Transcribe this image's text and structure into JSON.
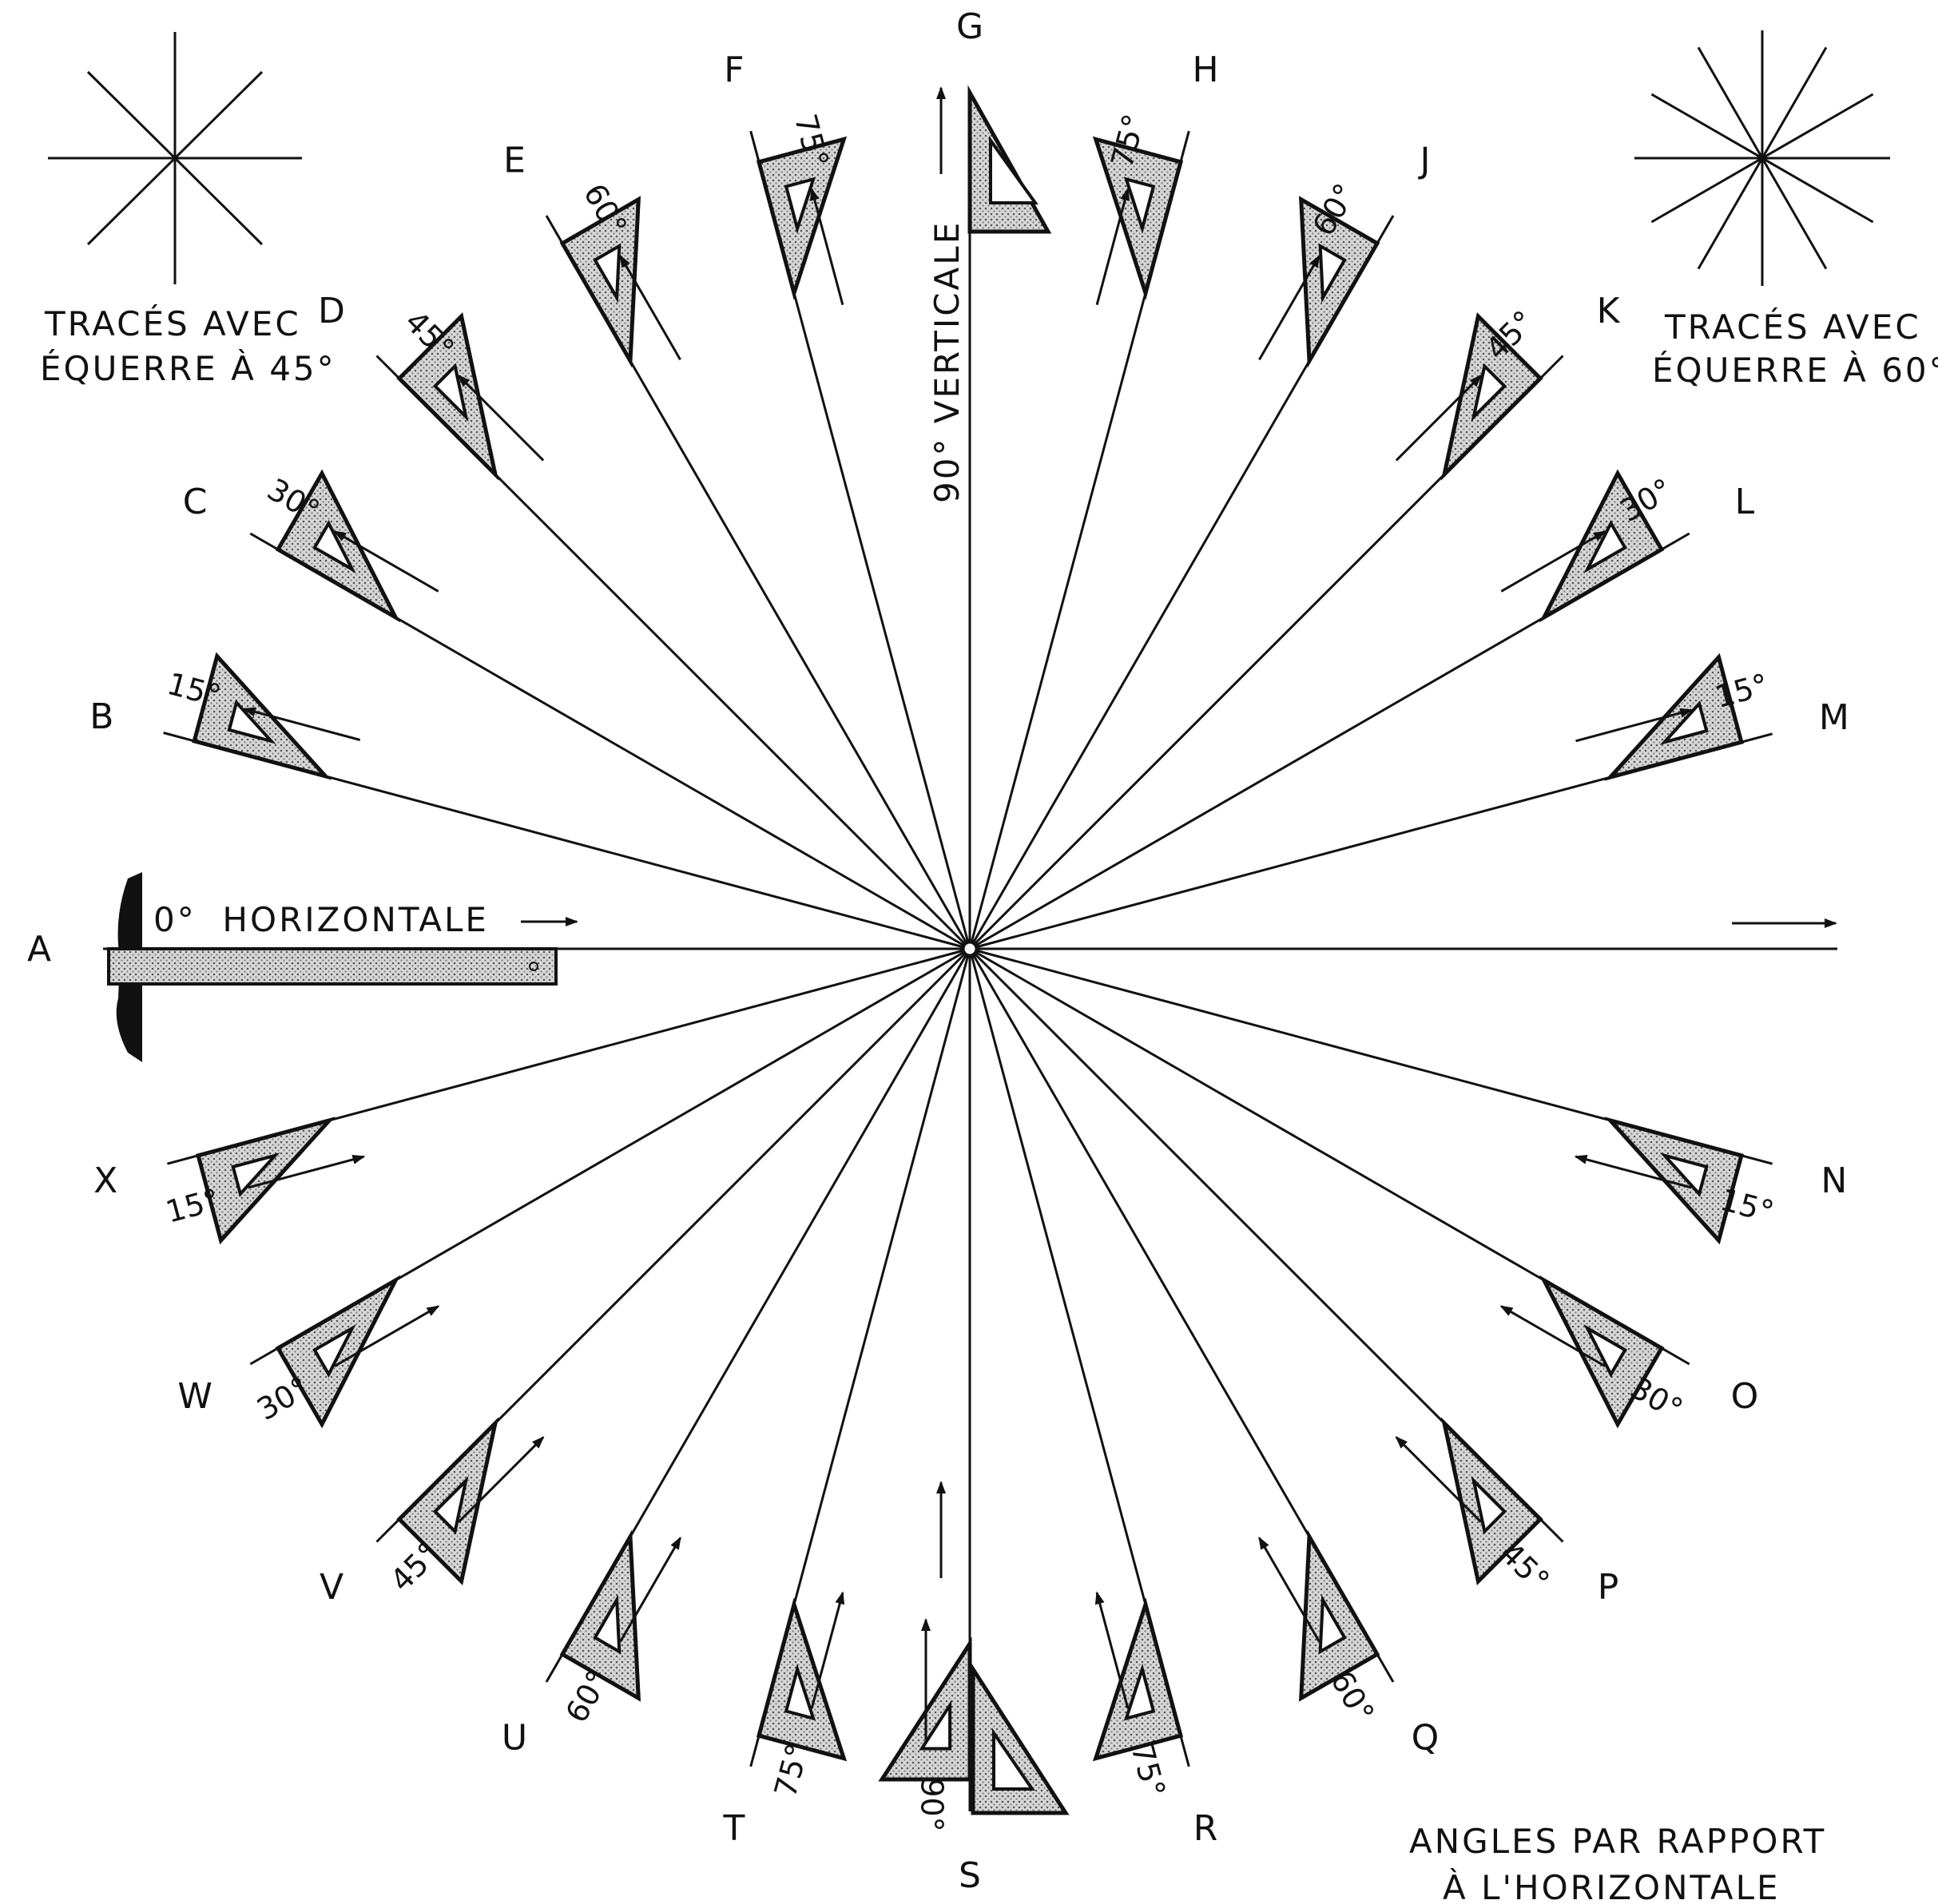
{
  "corner_labels": {
    "left_line1": "TRACÉS AVEC",
    "left_line2": "ÉQUERRE À 45°",
    "right_line1": "TRACÉS AVEC",
    "right_line2": "ÉQUERRE À 60°",
    "bottom_line1": "ANGLES PAR RAPPORT",
    "bottom_line2": "À L'HORIZONTALE"
  },
  "horizontal_label": "0°  HORIZONTALE",
  "vertical_label": "90° VERTICALE",
  "rays": [
    {
      "letter": "A",
      "angle_deg": 0,
      "label": ""
    },
    {
      "letter": "B",
      "angle_deg": 15,
      "label": "15°"
    },
    {
      "letter": "C",
      "angle_deg": 30,
      "label": "30°"
    },
    {
      "letter": "D",
      "angle_deg": 45,
      "label": "45°"
    },
    {
      "letter": "E",
      "angle_deg": 60,
      "label": "60°"
    },
    {
      "letter": "F",
      "angle_deg": 75,
      "label": "75°"
    },
    {
      "letter": "G",
      "angle_deg": 90,
      "label": ""
    },
    {
      "letter": "H",
      "angle_deg": 75,
      "label": "75°"
    },
    {
      "letter": "J",
      "angle_deg": 60,
      "label": "60°"
    },
    {
      "letter": "K",
      "angle_deg": 45,
      "label": "45°"
    },
    {
      "letter": "L",
      "angle_deg": 30,
      "label": "30°"
    },
    {
      "letter": "M",
      "angle_deg": 15,
      "label": "15°"
    },
    {
      "letter": "N",
      "angle_deg": 15,
      "label": "15°"
    },
    {
      "letter": "O",
      "angle_deg": 30,
      "label": "30°"
    },
    {
      "letter": "P",
      "angle_deg": 45,
      "label": "45°"
    },
    {
      "letter": "Q",
      "angle_deg": 60,
      "label": "60°"
    },
    {
      "letter": "R",
      "angle_deg": 75,
      "label": "75°"
    },
    {
      "letter": "S",
      "angle_deg": 90,
      "label": "90°"
    },
    {
      "letter": "T",
      "angle_deg": 75,
      "label": "75°"
    },
    {
      "letter": "U",
      "angle_deg": 60,
      "label": "60°"
    },
    {
      "letter": "V",
      "angle_deg": 45,
      "label": "45°"
    },
    {
      "letter": "W",
      "angle_deg": 30,
      "label": "30°"
    },
    {
      "letter": "X",
      "angle_deg": 15,
      "label": "15°"
    }
  ],
  "colors": {
    "ink": "#111111",
    "screen": "#c8c8c8",
    "paper": "#ffffff"
  }
}
